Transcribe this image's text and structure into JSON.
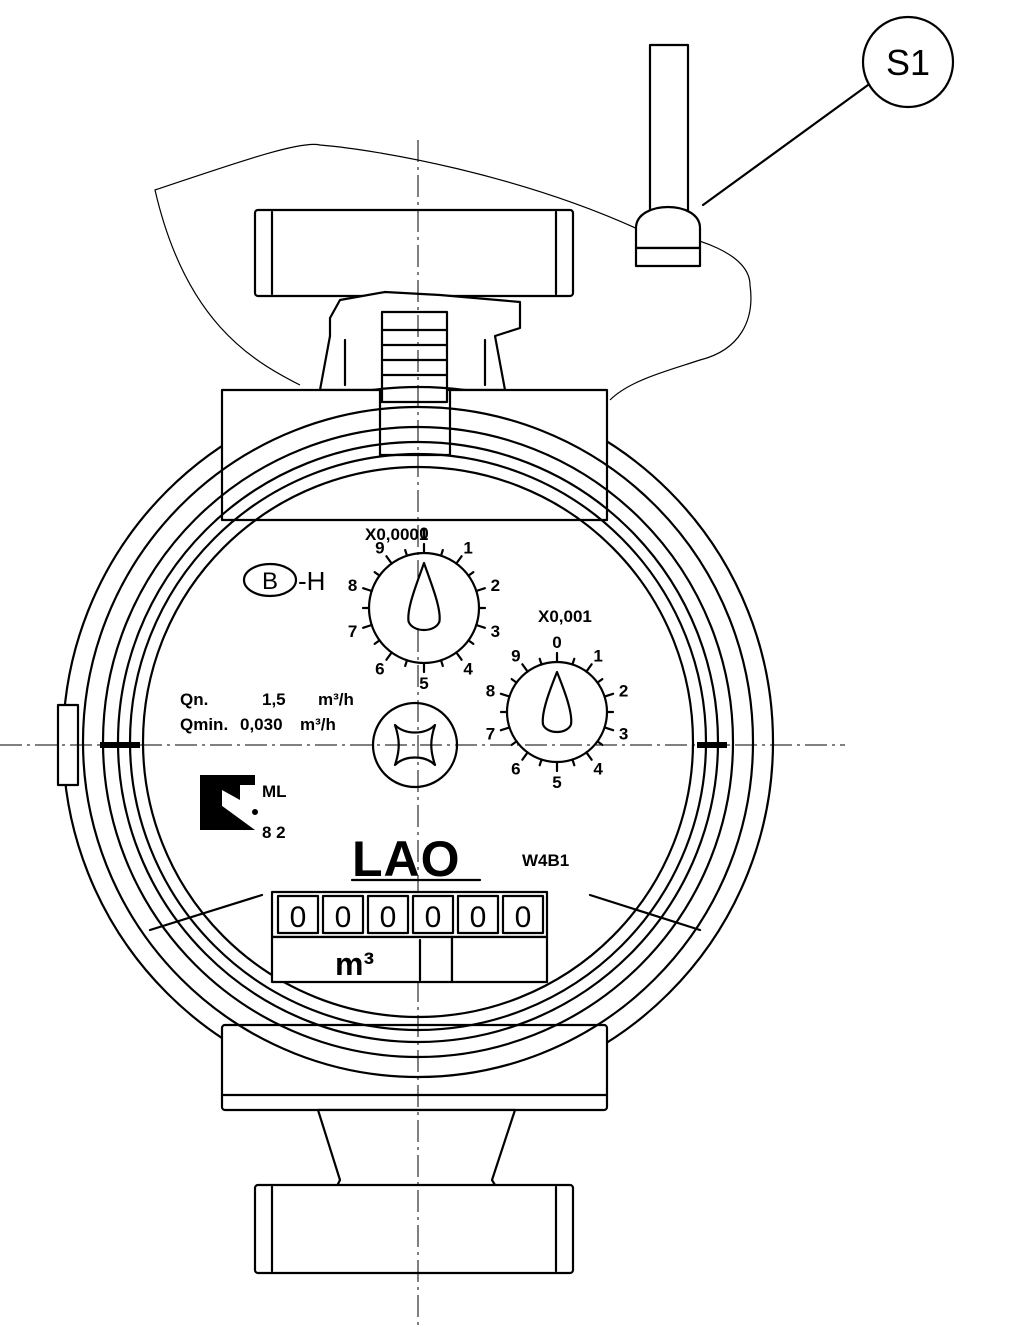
{
  "callout": {
    "label": "S1"
  },
  "dial_small": {
    "multiplier": "X0,0001",
    "digits": [
      "0",
      "1",
      "2",
      "3",
      "4",
      "5",
      "6",
      "7",
      "8",
      "9"
    ]
  },
  "dial_large": {
    "multiplier": "X0,001",
    "digits": [
      "0",
      "1",
      "2",
      "3",
      "4",
      "5",
      "6",
      "7",
      "8",
      "9"
    ]
  },
  "class_mark": {
    "letter": "B",
    "suffix": "-H"
  },
  "specs": {
    "qn_label": "Qn.",
    "qn_value": "1,5",
    "qn_unit": "m³/h",
    "qmin_label": "Qmin.",
    "qmin_value": "0,030",
    "qmin_unit": "m³/h"
  },
  "approval": {
    "line1": "ML",
    "line2": "8 2"
  },
  "brand": {
    "logo": "LAO",
    "model": "W4B1"
  },
  "counter": {
    "digits": [
      "0",
      "0",
      "0",
      "0",
      "0",
      "0"
    ],
    "unit": "m³"
  }
}
